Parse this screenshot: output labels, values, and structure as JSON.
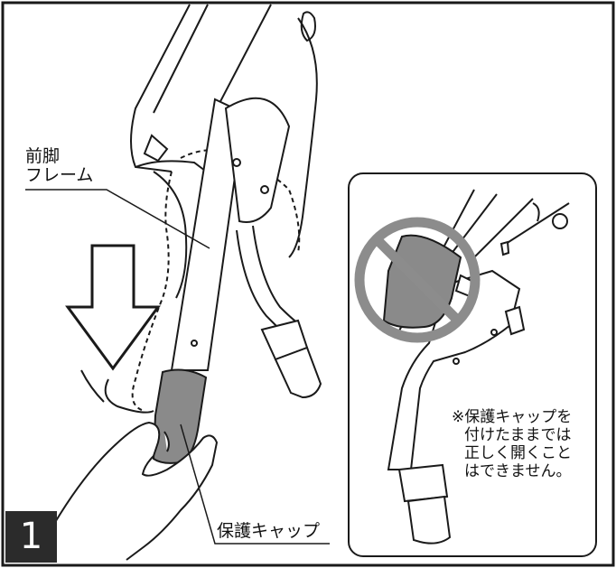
{
  "illustration": {
    "step_number": "1",
    "labels": {
      "front_leg_frame_line1": "前脚",
      "front_leg_frame_line2": "フレーム",
      "protective_cap": "保護キャップ"
    },
    "inset_note": {
      "line1": "※保護キャップを",
      "line2": "付けたままでは",
      "line3": "正しく開くこと",
      "line4": "はできません。"
    },
    "colors": {
      "cap_gray": "#8a8a8a",
      "prohibition_gray": "#8c8c8c",
      "step_badge": "#2b2b2b"
    }
  }
}
